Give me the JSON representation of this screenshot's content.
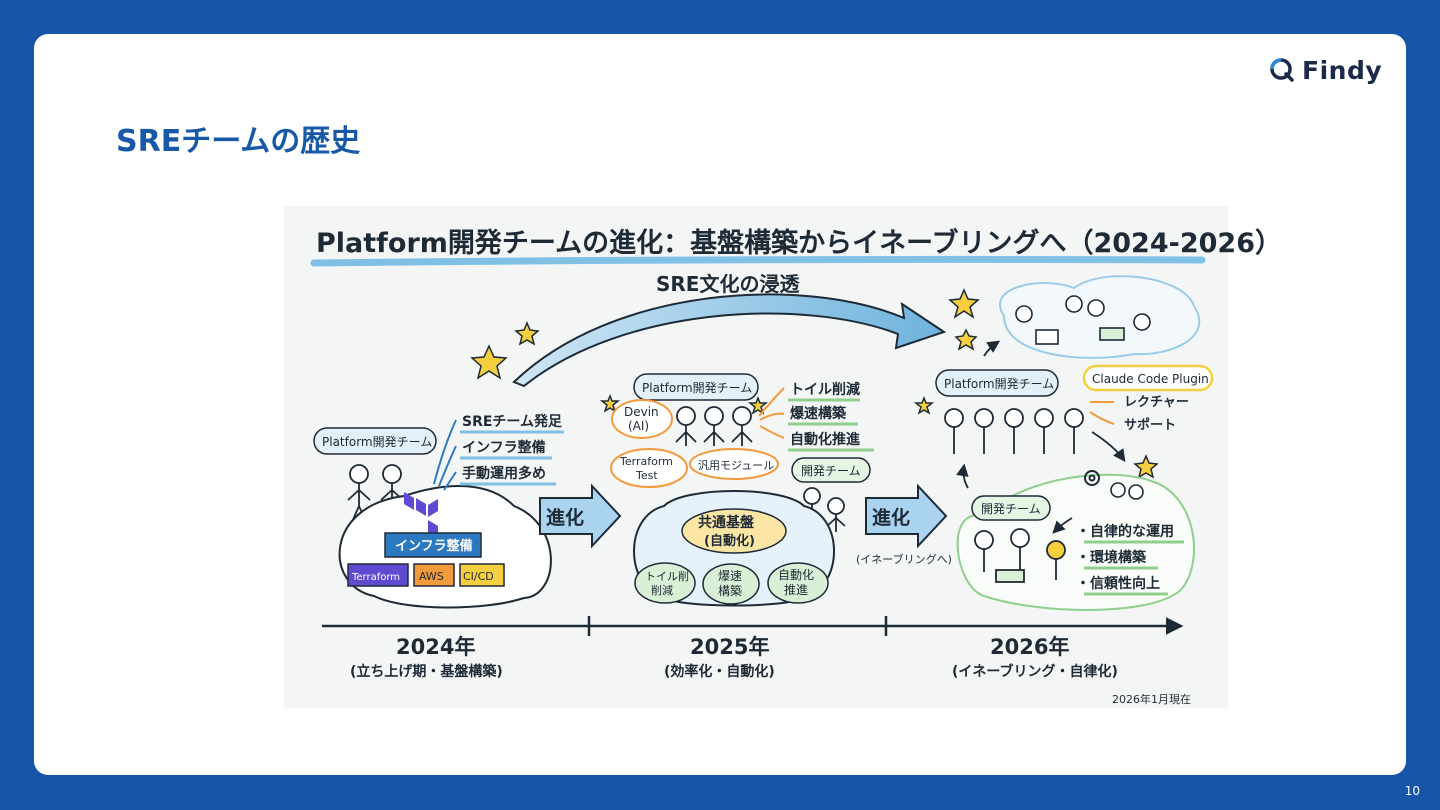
{
  "header": {
    "logo_text": "Findy",
    "page_title": "SREチームの歴史",
    "page_number": "10"
  },
  "illustration": {
    "title": "Platform開発チームの進化：基盤構築からイネーブリングへ（2024-2026）",
    "culture_arrow_label": "SRE文化の浸透",
    "evolve_label": "進化",
    "enabling_note": "(イネーブリングへ)",
    "as_of": "2026年1月現在",
    "y2024": {
      "team_bubble": "Platform開発チーム",
      "bullets": [
        "SREチーム発足",
        "インフラ整備",
        "手動運用多め"
      ],
      "cloud_label": "インフラ整備",
      "tools": [
        "Terraform",
        "AWS",
        "CI/CD"
      ],
      "year": "2024年",
      "phase": "(立ち上げ期・基盤構築)"
    },
    "y2025": {
      "team_bubble": "Platform開発チーム",
      "devin": "Devin\n(AI)",
      "terraform_test": "Terraform\nTest",
      "module": "汎用モジュール",
      "bullets": [
        "トイル削減",
        "爆速構築",
        "自動化推進"
      ],
      "dev_team": "開発チーム",
      "core_label": "共通基盤\n(自動化)",
      "pillars": [
        "トイル削\n削減",
        "爆速\n構築",
        "自動化\n推進"
      ],
      "year": "2025年",
      "phase": "(効率化・自動化)"
    },
    "y2026": {
      "team_bubble": "Platform開発チーム",
      "claude_label": "Claude Code Plugin",
      "claude_items": [
        "レクチャー",
        "サポート"
      ],
      "dev_team": "開発チーム",
      "bullets": [
        "・自律的な運用",
        "・環境構築",
        "・信頼性向上"
      ],
      "year": "2026年",
      "phase": "(イネーブリング・自律化)"
    }
  }
}
